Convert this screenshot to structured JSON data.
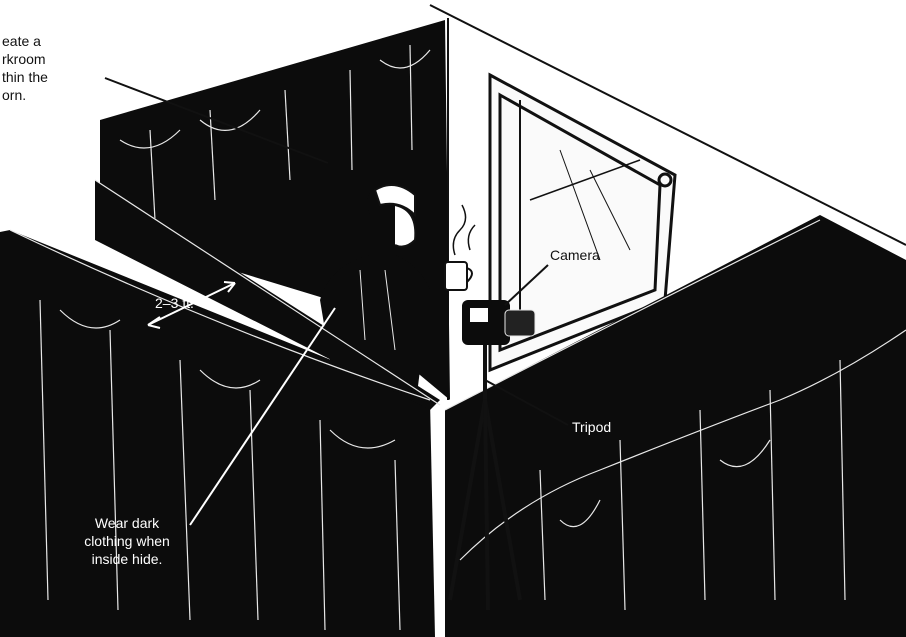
{
  "labels": {
    "darkroom": "eate a\nrkroom\nthin the\norn.",
    "camera": "Camera",
    "distance": "2–3 ft.",
    "tripod": "Tripod",
    "clothing": "Wear dark\nclothing when\ninside hide."
  },
  "colors": {
    "background": "#ffffff",
    "curtain": "#0c0c0c",
    "curtain_fold": "#e8e8e8",
    "line": "#111111"
  },
  "icons": [
    "person-figure",
    "camera-icon",
    "tripod-icon",
    "window-icon",
    "mug-icon"
  ]
}
